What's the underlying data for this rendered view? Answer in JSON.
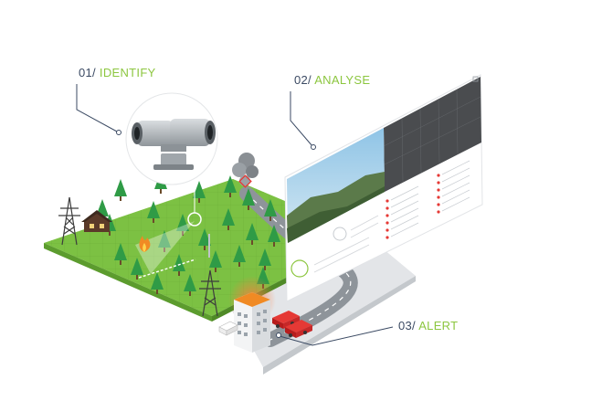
{
  "steps": [
    {
      "number": "01/",
      "name": "IDENTIFY"
    },
    {
      "number": "02/",
      "name": "ANALYSE"
    },
    {
      "number": "03/",
      "name": "ALERT"
    }
  ],
  "colors": {
    "accent_green": "#8cc63f",
    "label_dark": "#3b4a63",
    "grass": "#7cc143",
    "tree": "#2f9b46",
    "road": "#9aa0a6",
    "pavement": "#d7dadd",
    "fire": "#f08a24",
    "alert_red": "#e53935"
  },
  "icons": [
    "camera-icon",
    "tree-icon",
    "pylon-icon",
    "house-icon",
    "fire-icon",
    "smoke-icon",
    "fire-truck-icon",
    "fire-station-icon"
  ]
}
